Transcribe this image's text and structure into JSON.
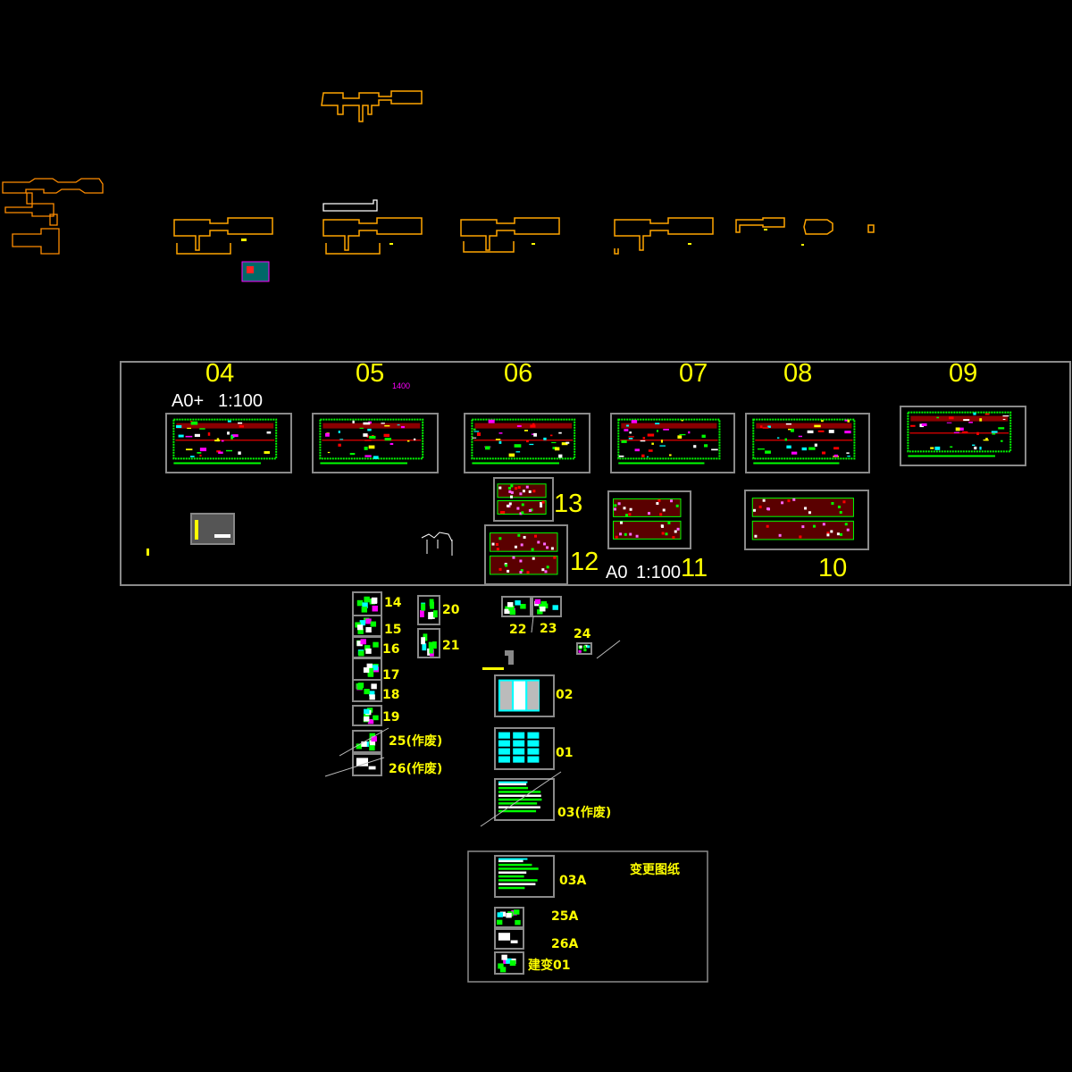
{
  "drawing": {
    "frame_labels": {
      "a0_plus": "A0+",
      "scale_1": "1:100",
      "dim_1400": "1400",
      "a0": "A0",
      "scale_2": "1:100"
    },
    "sheets_main": [
      "04",
      "05",
      "06",
      "07",
      "08",
      "09",
      "13",
      "12",
      "11",
      "10"
    ],
    "sheets_small": [
      "14",
      "15",
      "16",
      "17",
      "18",
      "19",
      "20",
      "21",
      "22",
      "23",
      "24",
      "02",
      "01",
      "03(作废)",
      "25(作废)",
      "26(作废)"
    ],
    "change_box": {
      "title": "变更图纸",
      "items": [
        "03A",
        "25A",
        "26A",
        "建变01"
      ]
    },
    "colors": {
      "background": "#000000",
      "label": "#ffff00",
      "plan_outline": "#ffa500",
      "frame": "#8a8a8a",
      "dimension": "#ff00ff",
      "drawing_green": "#00ff00",
      "drawing_cyan": "#00ffff"
    }
  }
}
